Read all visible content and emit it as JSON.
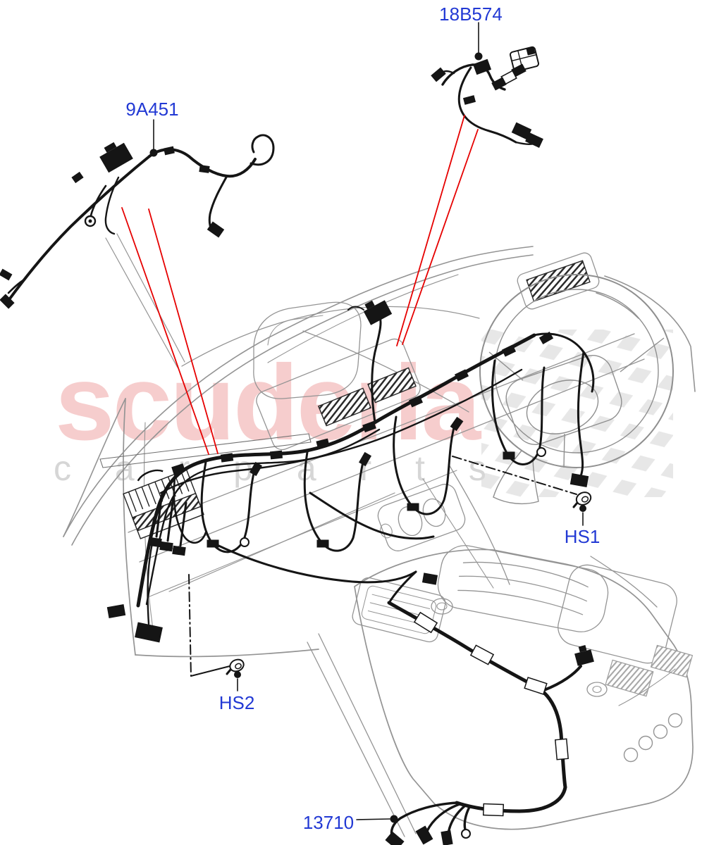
{
  "page": {
    "type": "Automotive parts catalogue exploded diagram",
    "subject": "Instrument panel wiring harness",
    "background": "#ffffff"
  },
  "part_labels": {
    "harness_top_right": "18B574",
    "harness_top_left": "9A451",
    "fixing_right": "HS1",
    "fixing_left": "HS2",
    "harness_console": "13710"
  },
  "watermark": {
    "brand": "scuderia",
    "subtitle": "c a r  p a r t s"
  },
  "icons": {
    "screw_right": "screw-fixing-icon",
    "screw_left": "screw-fixing-icon",
    "leader_dot": "leader-attachment-dot"
  },
  "colors": {
    "label_blue": "#2239d4",
    "leader_red": "#e60000",
    "artwork_black": "#151515",
    "artwork_gray": "#949494",
    "watermark_pink": "#f5c5c5",
    "watermark_gray": "#d6d6d6",
    "checker_gray": "#d7d7d7"
  }
}
